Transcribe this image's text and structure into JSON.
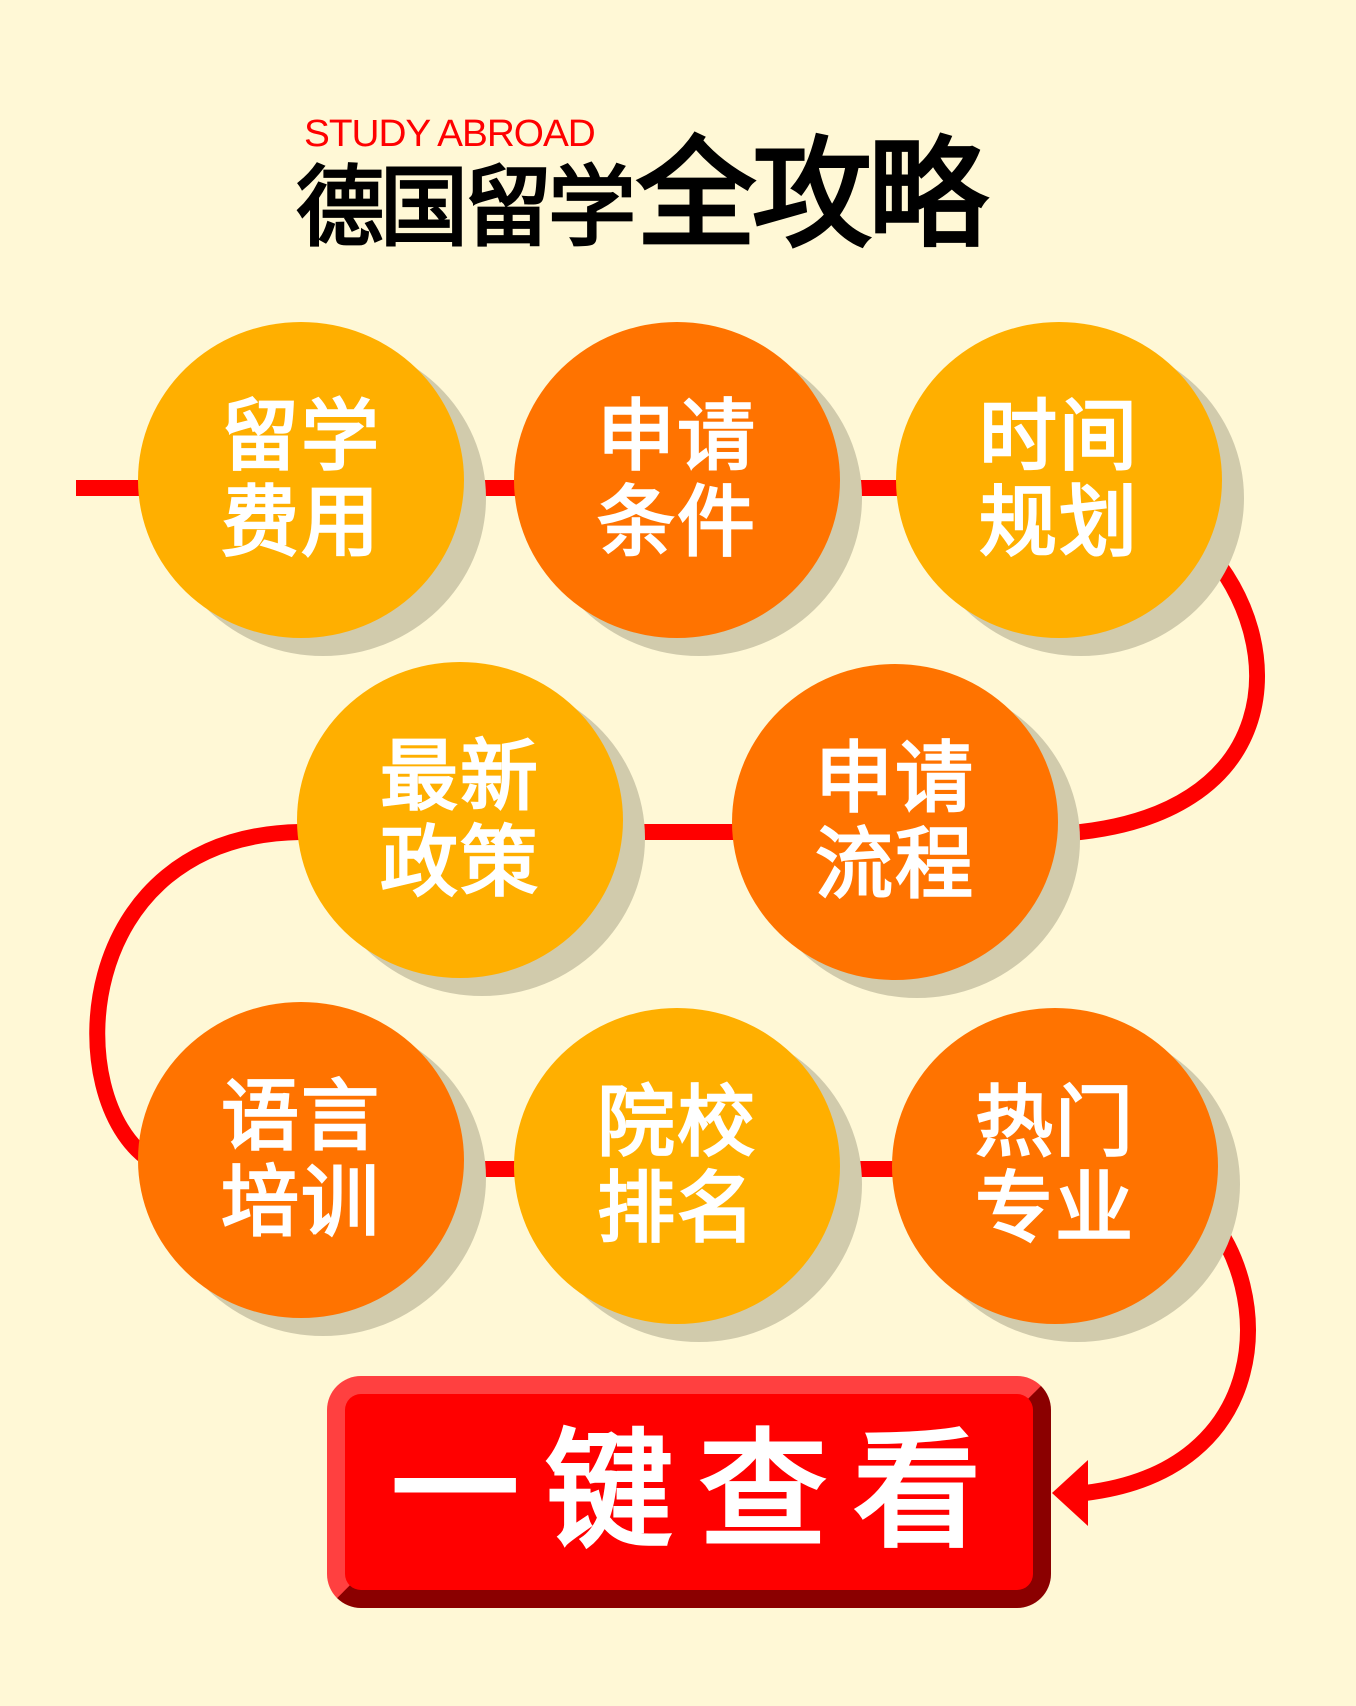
{
  "header": {
    "subtitle": "STUDY ABROAD",
    "title_part1": "德国留学",
    "title_part2": "全攻略"
  },
  "colors": {
    "background": "#FFF8D6",
    "amber": "#FFAF00",
    "orange": "#FF7300",
    "connector": "#FF0000",
    "shadow": "#D1CBAC",
    "cta": "#FF0000"
  },
  "topics": [
    {
      "line1": "留学",
      "line2": "费用",
      "color": "amber"
    },
    {
      "line1": "申请",
      "line2": "条件",
      "color": "orange"
    },
    {
      "line1": "时间",
      "line2": "规划",
      "color": "amber"
    },
    {
      "line1": "最新",
      "line2": "政策",
      "color": "amber"
    },
    {
      "line1": "申请",
      "line2": "流程",
      "color": "orange"
    },
    {
      "line1": "语言",
      "line2": "培训",
      "color": "orange"
    },
    {
      "line1": "院校",
      "line2": "排名",
      "color": "amber"
    },
    {
      "line1": "热门",
      "line2": "专业",
      "color": "orange"
    }
  ],
  "cta": {
    "label": "一键查看"
  }
}
